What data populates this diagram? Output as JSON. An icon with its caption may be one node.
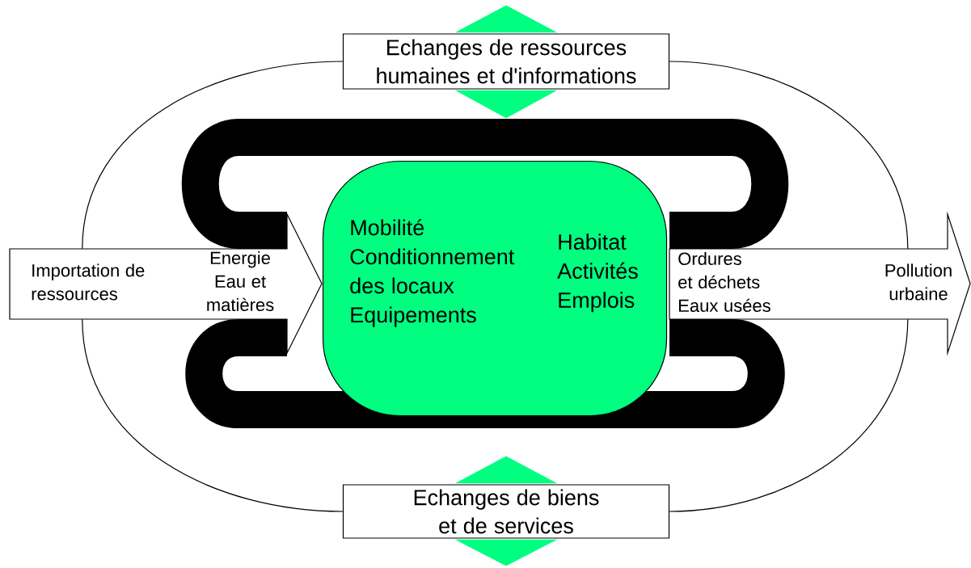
{
  "diagram": {
    "nodes": [
      {
        "text": [
          "Echanges de ressources humaines et d'informations"
        ]
      },
      {
        "text": [
          "Echanges de biens et de services"
        ]
      },
      {
        "text": [
          "Mobilité Conditionnement des locaux Equipements",
          "Habitat Activités Emplois"
        ],
        "in": 5
      },
      {
        "text": [
          "Importation de ressources",
          "Energie Eau et matières"
        ]
      },
      {
        "text": [
          "Ordures et déchets Eaux usées",
          "Pollution urbaine"
        ]
      },
      {
        "text": [],
        "shape": "band"
      }
    ],
    "edges": [
      {
        "from": 0,
        "to": 3,
        "arrow": "none"
      },
      {
        "from": 3,
        "to": 1,
        "arrow": "none"
      },
      {
        "from": 0,
        "to": 4,
        "arrow": "none"
      },
      {
        "from": 4,
        "to": 1,
        "arrow": "none"
      },
      {
        "from": 0,
        "to": null,
        "arrow": "to",
        "style": "thick",
        "color": "#00ff80"
      },
      {
        "from": 0,
        "to": 5,
        "arrow": "to",
        "style": "thick",
        "color": "#00ff80"
      },
      {
        "from": 1,
        "to": null,
        "arrow": "to",
        "style": "thick",
        "color": "#00ff80"
      },
      {
        "from": 1,
        "to": null,
        "arrow": "to",
        "style": "thick",
        "color": "#00ff80"
      }
    ]
  }
}
